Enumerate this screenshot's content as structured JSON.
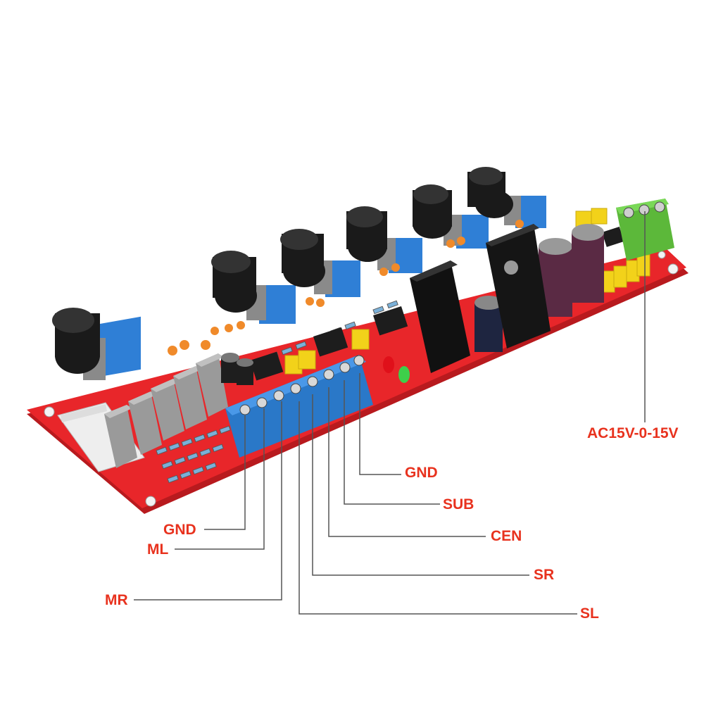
{
  "labels": {
    "gnd_right": "GND",
    "sub": "SUB",
    "cen": "CEN",
    "sr": "SR",
    "sl": "SL",
    "gnd_left": "GND",
    "ml": "ML",
    "mr": "MR",
    "ac": "AC15V-0-15V"
  },
  "colors": {
    "label_text": "#e8321e",
    "leader_line": "#555555",
    "pcb": "#e8262a",
    "terminal_blue": "#2a78c8",
    "terminal_green": "#5cb83a",
    "knob": "#1a1a1a",
    "pot_blue": "#2f7fd6",
    "cap_yellow": "#f2d21a"
  }
}
